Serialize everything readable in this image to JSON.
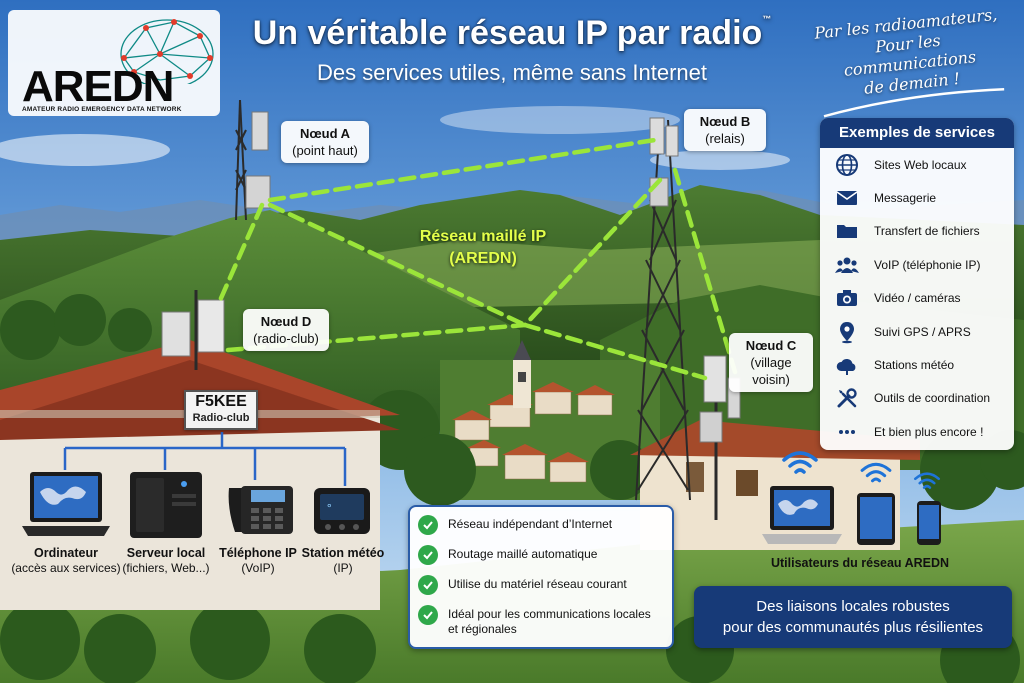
{
  "logo": {
    "name": "AREDN",
    "tagline": "AMATEUR RADIO EMERGENCY DATA NETWORK"
  },
  "header": {
    "title": "Un véritable réseau IP par radio",
    "title_mark": "™",
    "subtitle": "Des services utiles, même sans Internet",
    "slogan_lines": [
      "Par les radioamateurs,",
      "Pour les communications",
      "de demain !"
    ]
  },
  "nodes": [
    {
      "name": "Nœud A",
      "desc": "(point haut)"
    },
    {
      "name": "Nœud B",
      "desc": "(relais)"
    },
    {
      "name": "Nœud C",
      "desc": "(village voisin)"
    },
    {
      "name": "Nœud D",
      "desc": "(radio-club)"
    }
  ],
  "mesh_label": {
    "line1": "Réseau maillé IP",
    "line2": "(AREDN)"
  },
  "services": {
    "title": "Exemples de services",
    "items": [
      {
        "label": "Sites Web locaux",
        "icon": "globe-icon"
      },
      {
        "label": "Messagerie",
        "icon": "envelope-icon"
      },
      {
        "label": "Transfert de fichiers",
        "icon": "folder-icon"
      },
      {
        "label": "VoIP (téléphonie IP)",
        "icon": "users-icon"
      },
      {
        "label": "Vidéo / caméras",
        "icon": "camera-icon"
      },
      {
        "label": "Suivi GPS / APRS",
        "icon": "location-pin-icon"
      },
      {
        "label": "Stations météo",
        "icon": "cloud-icon"
      },
      {
        "label": "Outils de coordination",
        "icon": "tools-icon"
      },
      {
        "label": "Et bien plus encore !",
        "icon": "ellipsis-icon"
      }
    ]
  },
  "club_sign": {
    "callsign": "F5KEE",
    "name": "Radio-club"
  },
  "devices": [
    {
      "name": "Ordinateur",
      "desc": "(accès aux services)"
    },
    {
      "name": "Serveur local",
      "desc": "(fichiers, Web...)"
    },
    {
      "name": "Téléphone IP",
      "desc": "(VoIP)"
    },
    {
      "name": "Station météo",
      "desc": "(IP)"
    }
  ],
  "features": [
    {
      "line1": "Réseau indépendant d’Internet",
      "line2": ""
    },
    {
      "line1": "Routage maillé automatique",
      "line2": ""
    },
    {
      "line1": "Utilise du matériel réseau courant",
      "line2": ""
    },
    {
      "line1": "Idéal pour les communications locales",
      "line2": "et régionales"
    }
  ],
  "users_label": "Utilisateurs du réseau AREDN",
  "banner": {
    "line1": "Des liaisons locales robustes",
    "line2": "pour des communautés plus résilientes"
  },
  "colors": {
    "navy": "#173a78",
    "mesh_link": "#9be53a",
    "check_green": "#2fa84a"
  }
}
